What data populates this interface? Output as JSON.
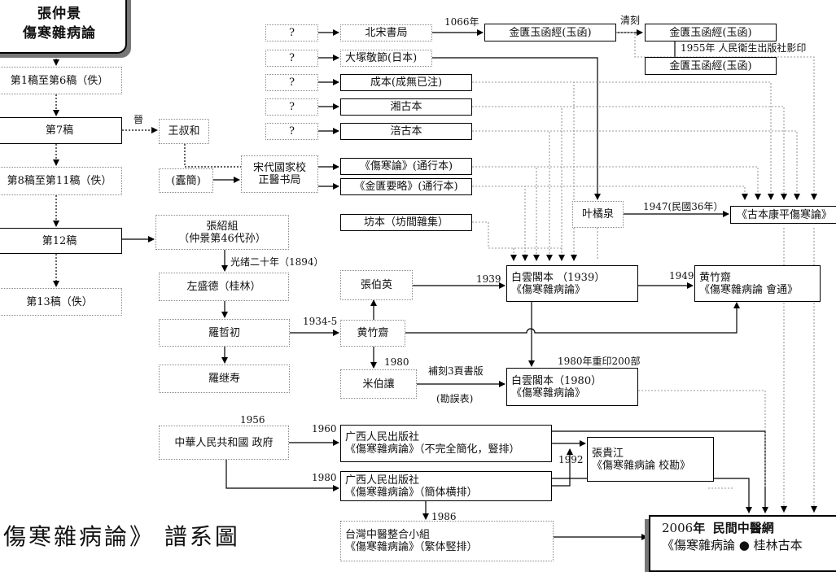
{
  "header": {
    "line1": "張仲景",
    "line2": "傷寒雜病論"
  },
  "title": "傷寒雜病論》 譜系圖",
  "left": {
    "d1_6": "第1稿至第6稿（佚）",
    "d7": "第7稿",
    "d8_11": "第8稿至第11稿（佚）",
    "d12": "第12稿",
    "d13": "第13稿（佚）"
  },
  "q": "?",
  "src": {
    "beisong": "北宋書局",
    "otsuka": "大塚敬節(日本)",
    "chengben": "成本(成無已注)",
    "xiang": "湘古本",
    "fu": "涪古本",
    "shanghan": "《傷寒論》(通行本)",
    "jingui": "《金匱要略》(通行本)",
    "fang": "坊本（坊間雜集）"
  },
  "jg": {
    "a": "金匱玉函經(玉函)",
    "b": "金匱玉函經(玉函)",
    "c": "金匱玉函經(玉函)"
  },
  "mid": {
    "wang": "王叔和",
    "jin": "晉",
    "zhujian": "(蠹簡)",
    "song1": "宋代國家校",
    "song2": "正醫书局",
    "zhang1": "張紹組",
    "zhang2": "（仲景第46代孙）",
    "zuo": "左盛德（桂林）",
    "luozhe": "羅哲初",
    "luoji": "羅继寿",
    "prc": "中華人民共和國 政府",
    "zby": "張伯英",
    "hzz": "黄竹齋",
    "mby": "米伯讓",
    "ye": "叶橘泉"
  },
  "bai": {
    "a1": "白雲閣本 （1939）",
    "a2": "《傷寒雜病論》",
    "b1": "白雲閣本（1980）",
    "b2": "《傷寒雜病論》"
  },
  "hzzr": {
    "l1": "黄竹齋",
    "l2": "《傷寒雜病論 會通》"
  },
  "gujin": "《古本康平傷寒論》",
  "gx": {
    "a1": "广西人民出版社",
    "a2": "《傷寒雜病論》（不完全簡化，豎排）",
    "b1": "广西人民出版社",
    "b2": "《傷寒雜病論》（簡体横排）"
  },
  "zgj": {
    "l1": "張貴江",
    "l2": "《傷寒雜病論 校勘》"
  },
  "tw": {
    "l1": "台灣中醫整合小組",
    "l2": "《傷寒雜病論》（繁体竪排）"
  },
  "out": {
    "year": "2006",
    "yearsuf": "年",
    "org": "民間中醫網",
    "book": "《傷寒雜病論 ● 桂林古本"
  },
  "labels": {
    "y1066": "1066年",
    "qingke": "清刻",
    "y1955": "1955年 人民衛生出版社影印",
    "y1894": "光绪二十年（1894）",
    "y1934": "1934-5",
    "y1939": "1939",
    "y1949": "1949",
    "y1947": "1947(民國36年）",
    "y1980a": "1980",
    "y1980b": "1980年重印200部",
    "buke": "補刻3頁書版",
    "kanwu": "(勘誤表)",
    "y1956": "1956",
    "y1960": "1960",
    "y1992": "1992",
    "y1980c": "1980",
    "y1986": "1986"
  }
}
